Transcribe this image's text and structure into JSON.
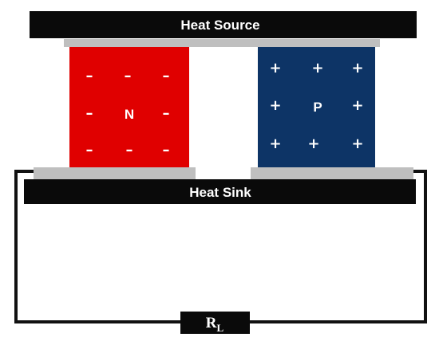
{
  "heat_source": {
    "label": "Heat Source"
  },
  "heat_sink": {
    "label": "Heat Sink"
  },
  "n_leg": {
    "label": "N",
    "sign": "–",
    "color": "#e00000"
  },
  "p_leg": {
    "label": "P",
    "sign": "+",
    "color": "#0d3466"
  },
  "load_resistor": {
    "label": "R",
    "subscript": "L"
  },
  "colors": {
    "bar": "#0a0a0a",
    "contact": "#bfbfbf",
    "wire": "#111111"
  }
}
